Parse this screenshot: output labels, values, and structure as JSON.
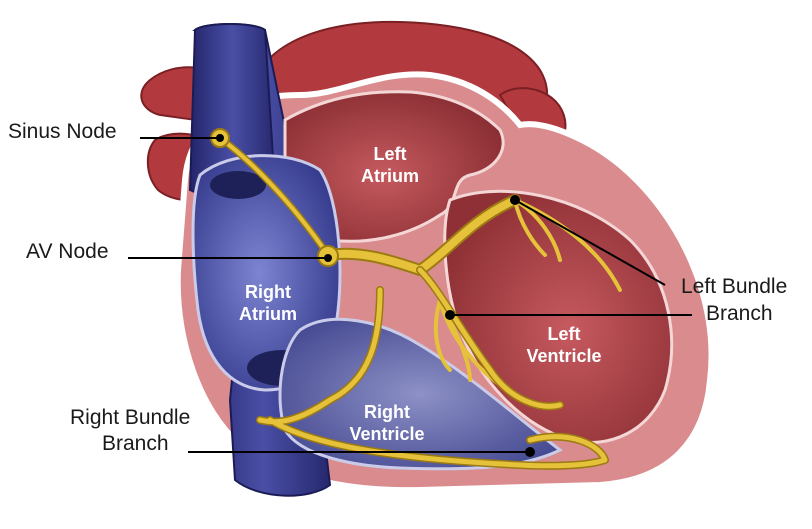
{
  "labels": {
    "sinus_node": "Sinus Node",
    "av_node": "AV Node",
    "left_bundle_branch": [
      "Left Bundle",
      "Branch"
    ],
    "right_bundle_branch": [
      "Right Bundle",
      "Branch"
    ],
    "left_atrium": [
      "Left",
      "Atrium"
    ],
    "right_atrium": [
      "Right",
      "Atrium"
    ],
    "left_ventricle": [
      "Left",
      "Ventricle"
    ],
    "right_ventricle": [
      "Right",
      "Ventricle"
    ]
  },
  "colors": {
    "vessel_blue": "#3c3e8e",
    "aorta_red": "#b23a3e",
    "muscle_pink": "#d98b8d",
    "chamber_red": "#9c3a3f",
    "right_atrium_blue": "#5e66b8",
    "conduction_gold": "#e5c23a",
    "conduction_outline": "#9c7a12"
  }
}
